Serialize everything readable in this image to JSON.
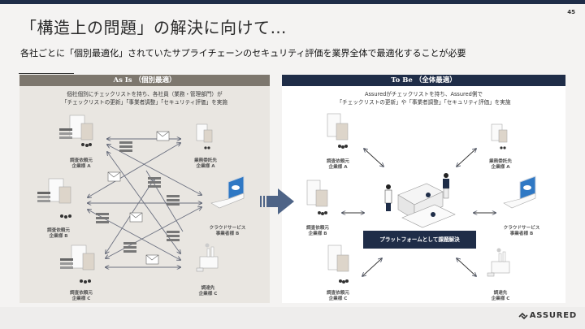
{
  "page": {
    "number": "45",
    "title": "「構造上の問題」の解決に向けて…",
    "subtitle": "各社ごとに「個別最適化」されていたサプライチェーンのセキュリティ評価を業界全体で最適化することが必要"
  },
  "as_is": {
    "header": "As Is （個別最適）",
    "description_line1": "個社個別にチェックリストを持ち、各社員（業務・管理部門）が",
    "description_line2": "「チェックリストの更新」「事業者調整」「セキュリティ評価」を実施",
    "nodes": [
      {
        "id": "requester-a",
        "line1": "調査依頼元",
        "line2": "企業様 A",
        "icon": "office-building-icon"
      },
      {
        "id": "contractor-a",
        "line1": "業務委託先",
        "line2": "企業様 A",
        "icon": "office-building-icon"
      },
      {
        "id": "requester-b",
        "line1": "調査依頼元",
        "line2": "企業様 B",
        "icon": "office-building-icon"
      },
      {
        "id": "cloud-b",
        "line1": "クラウドサービス",
        "line2": "事業者様 B",
        "icon": "cloud-laptop-icon"
      },
      {
        "id": "requester-c",
        "line1": "調査依頼元",
        "line2": "企業様 C",
        "icon": "office-building-icon"
      },
      {
        "id": "supplier-c",
        "line1": "調達先",
        "line2": "企業様 C",
        "icon": "factory-icon"
      }
    ]
  },
  "to_be": {
    "header": "To Be （全体最適）",
    "description_line1": "Assuredがチェックリストを持ち、Assured側で",
    "description_line2": "「チェックリストの更新」や「事業者調整」「セキュリティ評価」を実施",
    "platform_label": "プラットフォームとして課題解決",
    "nodes": [
      {
        "id": "requester-a",
        "line1": "調査依頼元",
        "line2": "企業様 A",
        "icon": "office-building-icon"
      },
      {
        "id": "contractor-a",
        "line1": "業務委託先",
        "line2": "企業様 A",
        "icon": "office-building-icon"
      },
      {
        "id": "requester-b",
        "line1": "調査依頼元",
        "line2": "企業様 B",
        "icon": "office-building-icon"
      },
      {
        "id": "cloud-b",
        "line1": "クラウドサービス",
        "line2": "事業者様 B",
        "icon": "cloud-laptop-icon"
      },
      {
        "id": "requester-c",
        "line1": "調査依頼元",
        "line2": "企業様 C",
        "icon": "office-building-icon"
      },
      {
        "id": "supplier-c",
        "line1": "調達先",
        "line2": "企業様 C",
        "icon": "factory-icon"
      }
    ]
  },
  "footer": {
    "logo_text": "ASSURED"
  },
  "colors": {
    "navy": "#1f2d48",
    "as_is_header": "#7d776e",
    "as_is_panel": "#e9e6e1",
    "arrow": "#4e6487",
    "cloud_blue": "#2f78c4"
  }
}
